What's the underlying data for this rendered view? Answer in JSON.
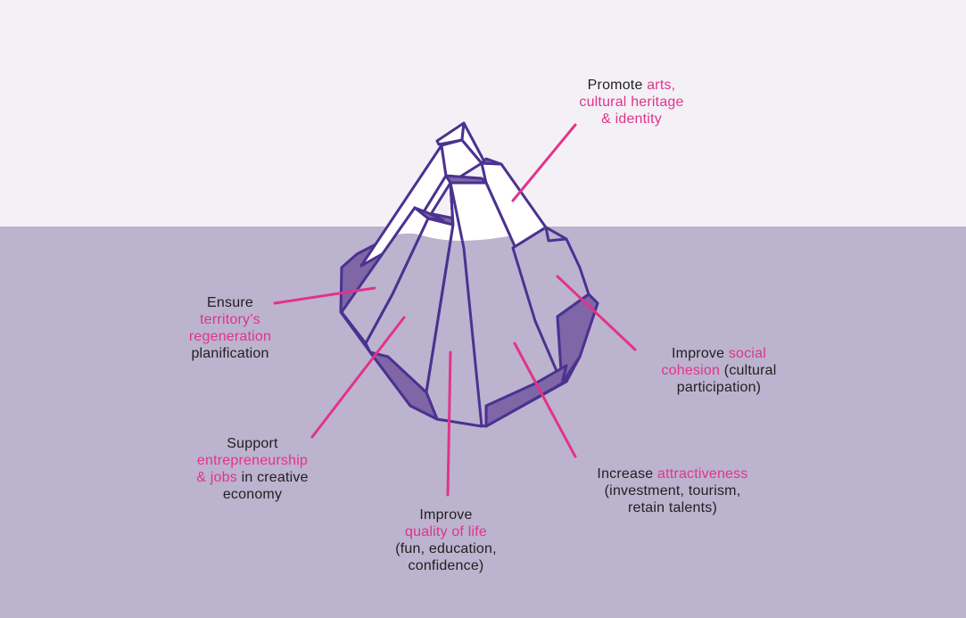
{
  "colors": {
    "sky": "#f4f1f6",
    "water": "#bcb3cf",
    "outline": "#4b3290",
    "facet_light": "#ffffff",
    "facet_submerged": "#bcb3cf",
    "facet_dark": "#7e66a7",
    "leader": "#e2338a",
    "text": "#1f1f1f",
    "highlight": "#e2338a"
  },
  "labels": {
    "arts": {
      "lines": [
        [
          {
            "t": "Promote "
          },
          {
            "t": "arts,",
            "hl": true
          }
        ],
        [
          {
            "t": "cultural heritage",
            "hl": true
          }
        ],
        [
          {
            "t": "& identity",
            "hl": true
          }
        ]
      ]
    },
    "territory": {
      "lines": [
        [
          {
            "t": "Ensure"
          }
        ],
        [
          {
            "t": "territory’s",
            "hl": true
          }
        ],
        [
          {
            "t": "regeneration",
            "hl": true
          }
        ],
        [
          {
            "t": "planification"
          }
        ]
      ]
    },
    "social": {
      "lines": [
        [
          {
            "t": "Improve "
          },
          {
            "t": "social",
            "hl": true
          }
        ],
        [
          {
            "t": "cohesion",
            "hl": true
          },
          {
            "t": " (cultural"
          }
        ],
        [
          {
            "t": "participation)"
          }
        ]
      ]
    },
    "entrepreneurship": {
      "lines": [
        [
          {
            "t": "Support"
          }
        ],
        [
          {
            "t": "entrepreneurship",
            "hl": true
          }
        ],
        [
          {
            "t": "& jobs",
            "hl": true
          },
          {
            "t": " in creative"
          }
        ],
        [
          {
            "t": "economy"
          }
        ]
      ]
    },
    "attractiveness": {
      "lines": [
        [
          {
            "t": "Increase "
          },
          {
            "t": "attractiveness",
            "hl": true
          }
        ],
        [
          {
            "t": "(investment, tourism,"
          }
        ],
        [
          {
            "t": "retain talents)"
          }
        ]
      ]
    },
    "quality": {
      "lines": [
        [
          {
            "t": "Improve"
          }
        ],
        [
          {
            "t": "quality of life",
            "hl": true
          }
        ],
        [
          {
            "t": "(fun, education,"
          }
        ],
        [
          {
            "t": "confidence)"
          }
        ]
      ]
    }
  }
}
